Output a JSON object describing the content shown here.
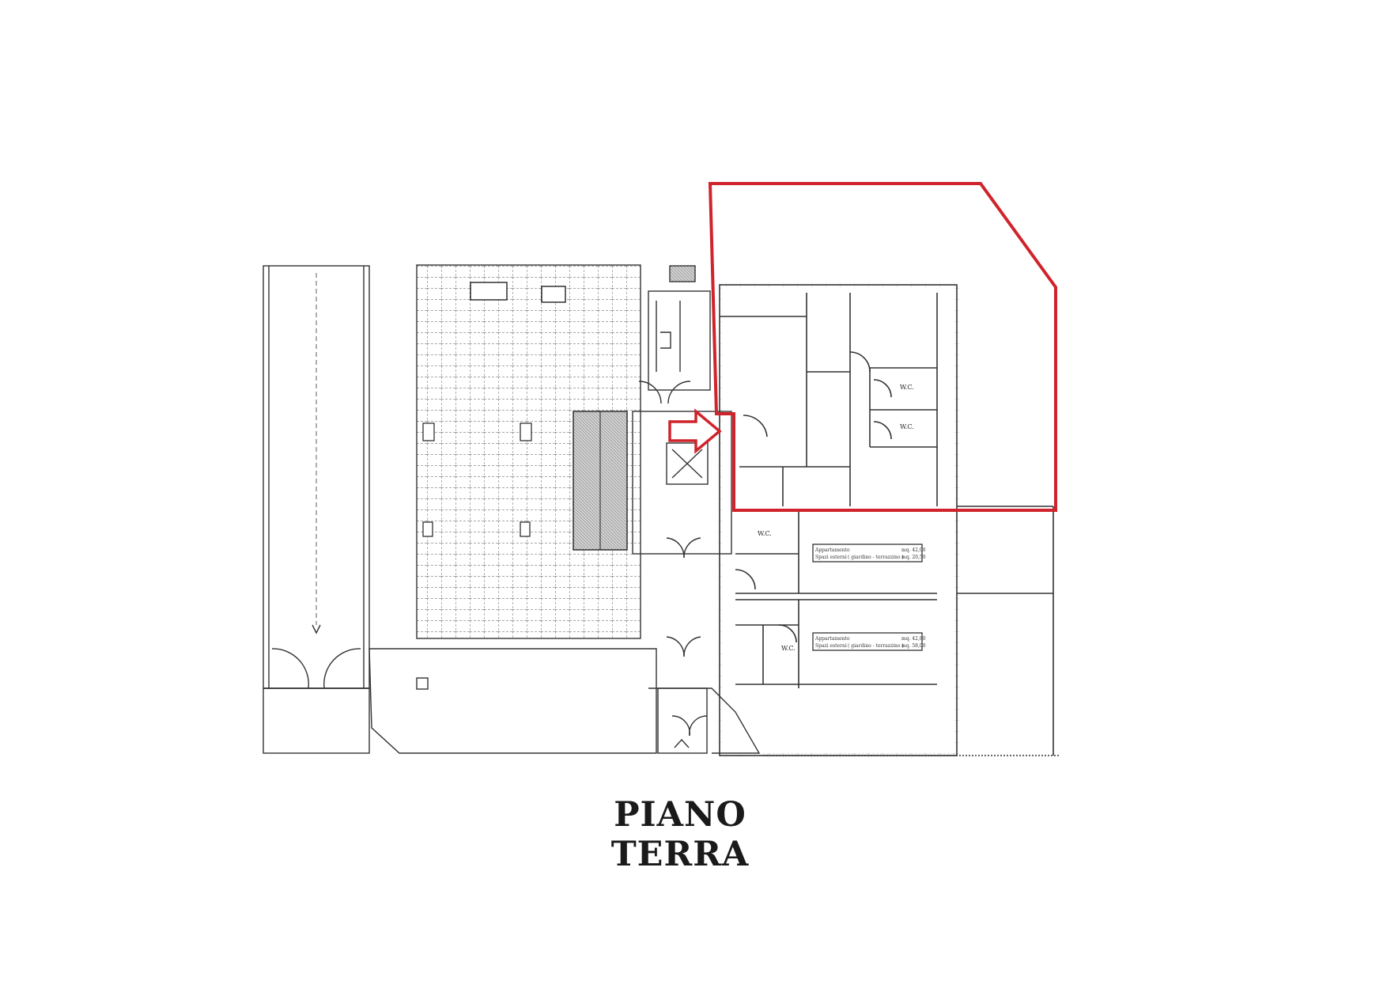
{
  "title": "PIANO TERRA",
  "colors": {
    "highlight": "#d0232b",
    "lines": "#333333",
    "hatch": "#999999"
  },
  "rooms": {
    "wc1": "W.C.",
    "wc2": "W.C.",
    "wc3": "W.C.",
    "wc4": "W.C."
  },
  "units": [
    {
      "line1": "Appartamento",
      "line1_value": "mq. 42,00",
      "line2": "Spazi esterni",
      "line2_note": "( giardino - terrazzino )",
      "line2_value": "mq. 20,50"
    },
    {
      "line1": "Appartamento",
      "line1_value": "mq. 42,80",
      "line2": "Spazi esterni",
      "line2_note": "( giardino - terrazzino )",
      "line2_value": "mq. 58,00"
    }
  ]
}
